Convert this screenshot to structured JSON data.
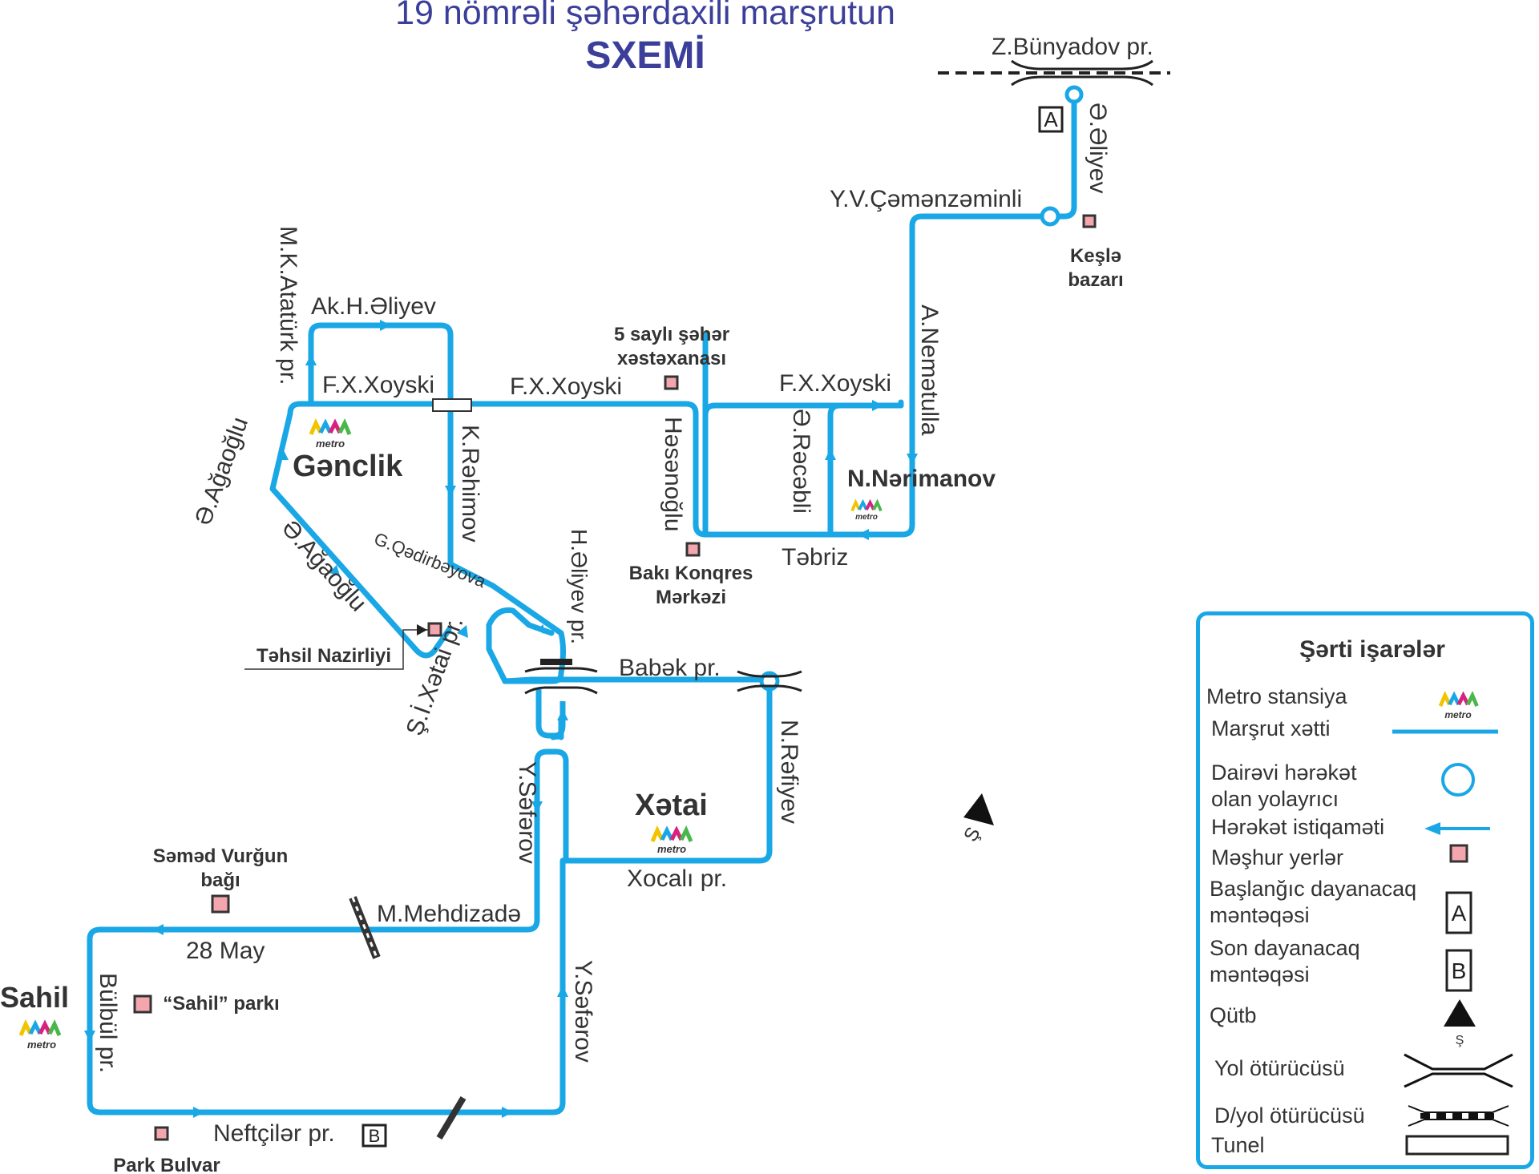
{
  "title_line1": "19 nömrəli şəhərdaxili marşrutun",
  "title_line2": "SXEMİ",
  "colors": {
    "route": "#1aa7e6",
    "title": "#3b3f9a",
    "landmark": "#f4a6ae",
    "text": "#333333"
  },
  "streets": {
    "z_bunyadov": "Z.Bünyadov pr.",
    "e_eliyev": "Ə.Əliyev",
    "y_v_cemenzeminli": "Y.V.Çəmənzəminli",
    "a_nemetulla": "A.Nemətulla",
    "f_x_xoyski_east": "F.X.Xoyski",
    "e_recebli": "Ə.Rəcəbli",
    "tebriz": "Təbriz",
    "f_x_xoyski_mid": "F.X.Xoyski",
    "hesenoglu": "Həsənoğlu",
    "f_x_xoyski_west": "F.X.Xoyski",
    "ak_h_eliyev": "Ak.H.Əliyev",
    "m_k_ataturk": "M.K.Atatürk pr.",
    "k_rehimov": "K.Rəhimov",
    "e_agaoglu_1": "Ə.Ağaoğlu",
    "e_agaoglu_2": "Ə.Ağaoğlu",
    "g_qedirbeyova": "G.Qədirbəyova",
    "h_eliyev_pr": "H.Əliyev pr.",
    "s_i_xetai_pr": "Ş.İ.Xətai pr.",
    "babek_pr": "Babək pr.",
    "n_refiyev": "N.Rəfiyev",
    "y_seferov_1": "Y.Səfərov",
    "y_seferov_2": "Y.Səfərov",
    "xocali_pr": "Xocalı pr.",
    "m_mehdizade": "M.Mehdizadə",
    "may28": "28 May",
    "bulbul_pr": "Bülbül pr.",
    "neftciler_pr": "Neftçilər pr."
  },
  "stations": {
    "genclik": "Gənclik",
    "n_nerimanov": "N.Nərimanov",
    "xetai": "Xətai",
    "sahil": "Sahil"
  },
  "metro_logo_text": "metro",
  "landmarks": {
    "kesle_1": "Keşlə",
    "kesle_2": "bazarı",
    "hospital_1": "5 saylı şəhər",
    "hospital_2": "xəstəxanası",
    "congress_1": "Bakı Konqres",
    "congress_2": "Mərkəzi",
    "tehsil": "Təhsil Nazirliyi",
    "semed_1": "Səməd Vurğun",
    "semed_2": "bağı",
    "sahil_park": "“Sahil” parkı",
    "park_bulvar": "Park Bulvar"
  },
  "stop_a": "A",
  "stop_b": "B",
  "north_label": "Ş",
  "legend": {
    "title": "Şərti işarələr",
    "metro": "Metro stansiya",
    "route_line": "Marşrut xətti",
    "circle_1": "Dairəvi hərəkət",
    "circle_2": "olan yolayrıcı",
    "direction": "Hərəkət istiqaməti",
    "famous": "Məşhur yerlər",
    "start_1": "Başlanğıc dayanacaq",
    "start_2": "məntəqəsi",
    "end_1": "Son dayanacaq",
    "end_2": "məntəqəsi",
    "pole": "Qütb",
    "road_overpass": "Yol ötürücüsü",
    "rail_overpass": "D/yol ötürücüsü",
    "tunnel": "Tunel"
  }
}
